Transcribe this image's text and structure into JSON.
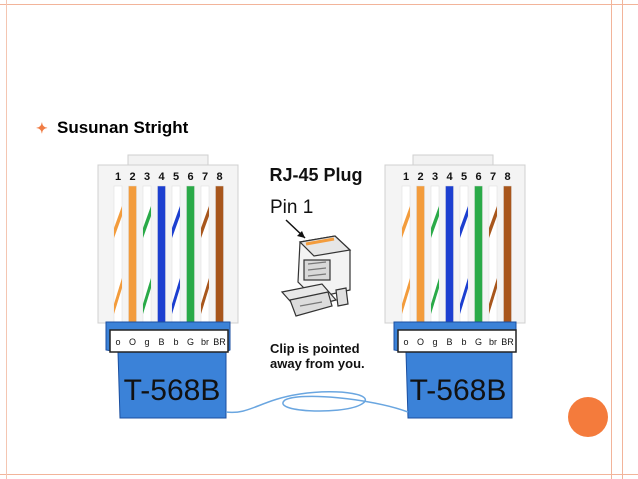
{
  "slide": {
    "heading": "Susunan Stright",
    "bullet_icon": "ring-bullet-icon",
    "accent_color": "#f47b3c"
  },
  "diagram": {
    "title": "RJ-45 Plug",
    "pin_label": "Pin 1",
    "note_line1": "Clip is pointed",
    "note_line2": "away from you.",
    "pin_numbers": [
      "1",
      "2",
      "3",
      "4",
      "5",
      "6",
      "7",
      "8"
    ],
    "wire_codes": [
      "o",
      "O",
      "g",
      "B",
      "b",
      "G",
      "br",
      "BR"
    ],
    "standard_left": "T-568B",
    "standard_right": "T-568B",
    "wire_colors": {
      "orange": "#f39c3c",
      "green": "#2aaa48",
      "blue": "#1c3fd0",
      "brown": "#a8561c",
      "plug_blue": "#3b82d8"
    }
  }
}
